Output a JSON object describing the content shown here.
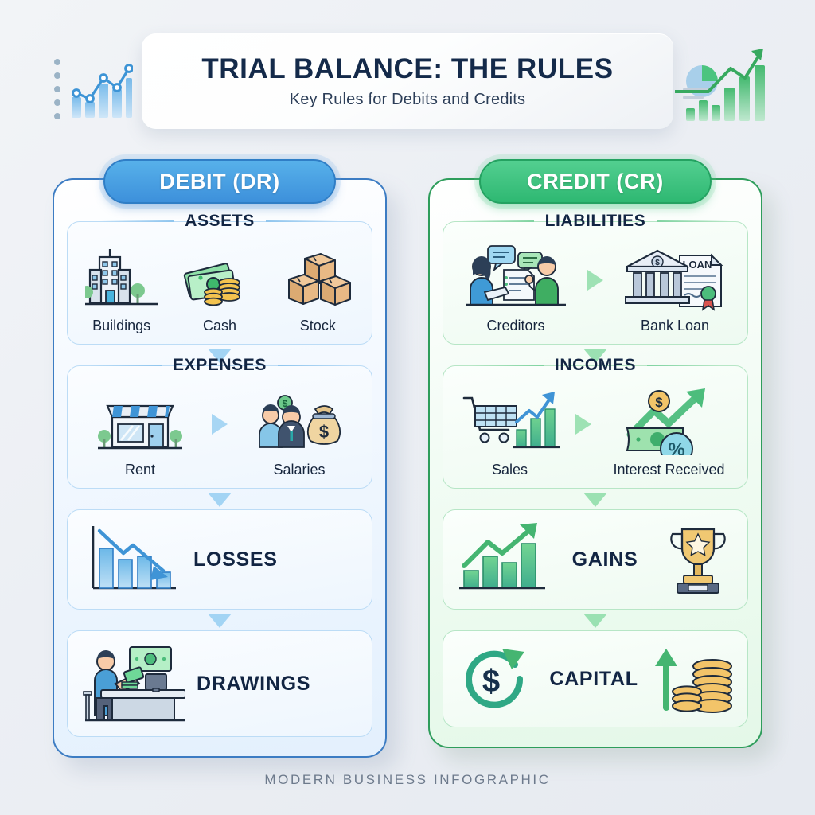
{
  "header": {
    "title": "TRIAL BALANCE: THE RULES",
    "subtitle": "Key Rules for Debits and Credits",
    "left_art": "bar-line-chart-blue",
    "right_art": "pie-bar-growth-green"
  },
  "footer": {
    "text": "MODERN BUSINESS INFOGRAPHIC"
  },
  "colors": {
    "debit_accent": "#3d90db",
    "debit_accent_light": "#57b1ea",
    "credit_accent": "#2eb872",
    "credit_accent_light": "#53cf90",
    "title_text": "#142a4a",
    "panel_debit_border": "#3c7cc3",
    "panel_credit_border": "#2e9d5b",
    "footer_text": "#6d7a8c"
  },
  "columns": [
    {
      "key": "debit",
      "pill_label": "DEBIT (DR)",
      "sections": [
        {
          "title": "ASSETS",
          "layout": "items",
          "items": [
            {
              "label": "Buildings",
              "icon": "office-building-icon"
            },
            {
              "label": "Cash",
              "icon": "banknotes-coins-icon"
            },
            {
              "label": "Stock",
              "icon": "cardboard-boxes-icon"
            }
          ]
        },
        {
          "title": "EXPENSES",
          "layout": "items-arrow",
          "items": [
            {
              "label": "Rent",
              "icon": "storefront-icon"
            },
            {
              "label": "Salaries",
              "icon": "employees-moneybag-icon"
            }
          ]
        },
        {
          "title": "LOSSES",
          "layout": "big",
          "big_label": "LOSSES",
          "icons": [
            "declining-bar-chart-icon"
          ]
        },
        {
          "title": "DRAWINGS",
          "layout": "big",
          "big_label": "DRAWINGS",
          "icons": [
            "owner-withdrawing-cash-icon"
          ]
        }
      ]
    },
    {
      "key": "credit",
      "pill_label": "CREDIT (CR)",
      "sections": [
        {
          "title": "LIABILITIES",
          "layout": "items-arrow",
          "items": [
            {
              "label": "Creditors",
              "icon": "creditors-discussion-icon"
            },
            {
              "label": "Bank Loan",
              "icon": "bank-loan-document-icon"
            }
          ]
        },
        {
          "title": "INCOMES",
          "layout": "items-arrow",
          "items": [
            {
              "label": "Sales",
              "icon": "shopping-cart-growth-icon"
            },
            {
              "label": "Interest Received",
              "icon": "money-percent-growth-icon"
            }
          ]
        },
        {
          "title": "GAINS",
          "layout": "big",
          "big_label": "GAINS",
          "icons": [
            "rising-bar-chart-icon",
            "trophy-icon"
          ]
        },
        {
          "title": "CAPITAL",
          "layout": "big",
          "big_label": "CAPITAL",
          "icons": [
            "dollar-circle-arrow-icon",
            "coin-stacks-up-arrow-icon"
          ]
        }
      ]
    }
  ]
}
